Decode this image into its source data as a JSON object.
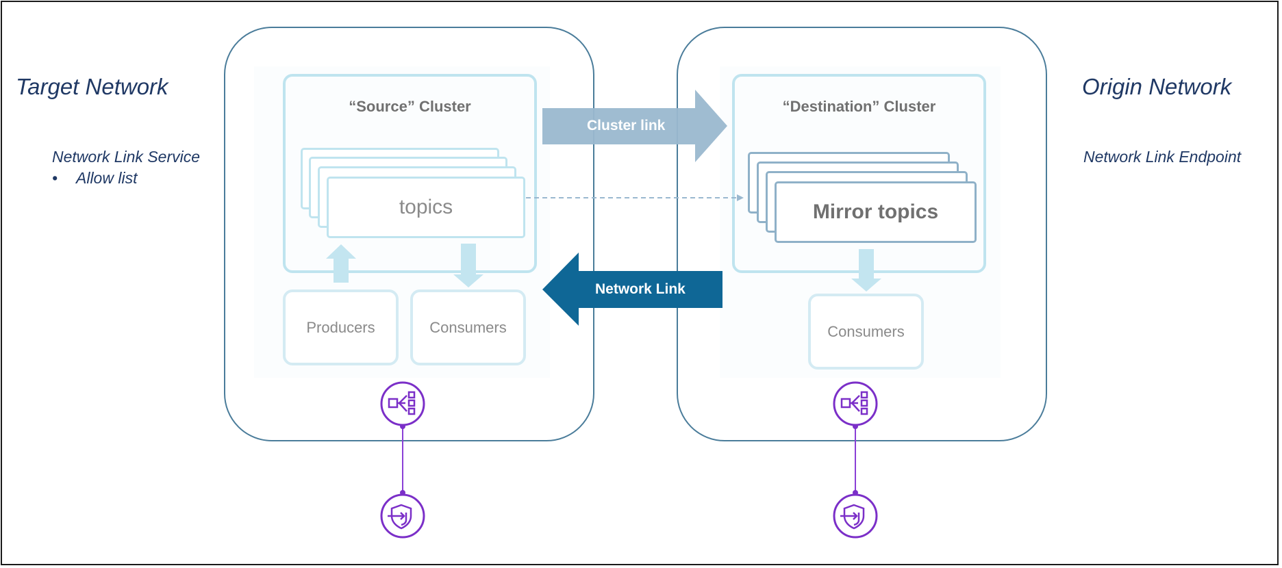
{
  "left": {
    "title": "Target Network",
    "subtitle": "Network Link Service",
    "bullet": "•",
    "bullet_text": "Allow list"
  },
  "right": {
    "title": "Origin Network",
    "subtitle": "Network Link Endpoint"
  },
  "source_cluster": {
    "title": "“Source” Cluster",
    "topics_label": "topics",
    "producers_label": "Producers",
    "consumers_label": "Consumers"
  },
  "destination_cluster": {
    "title": "“Destination” Cluster",
    "topics_label": "Mirror topics",
    "consumers_label": "Consumers"
  },
  "arrows": {
    "cluster_link": "Cluster link",
    "network_link": "Network Link"
  },
  "icons": {
    "load_balancer": "load-balancer-icon",
    "endpoint": "private-endpoint-icon"
  },
  "colors": {
    "network_border": "#4a7c9a",
    "cluster_border": "#bfe4ef",
    "cluster_link_arrow": "#9ab8cf",
    "network_link_arrow": "#0f6796",
    "icon_purple": "#7b2fc8",
    "text_navy": "#1f3864"
  }
}
